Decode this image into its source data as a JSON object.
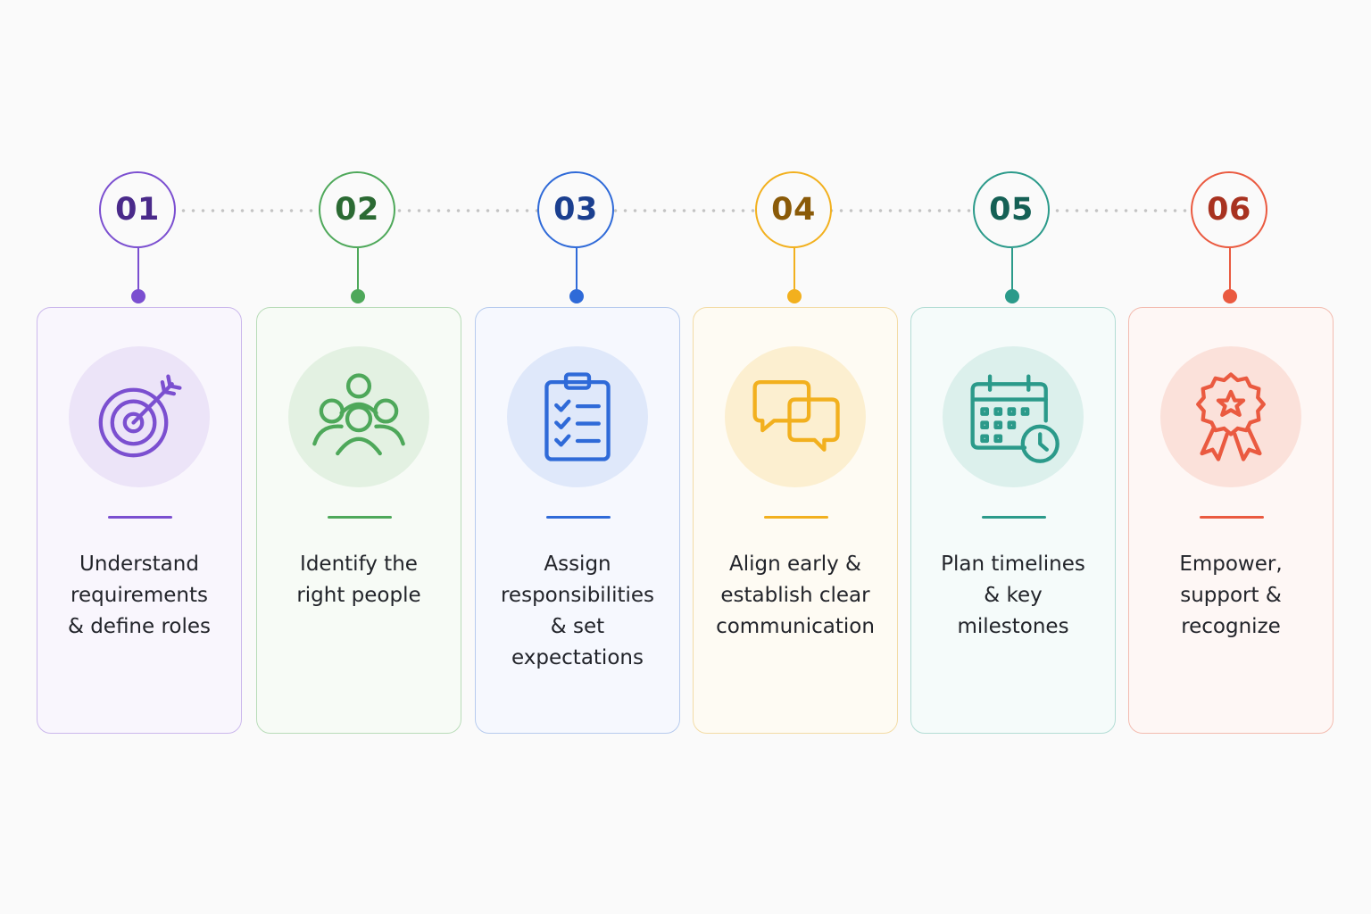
{
  "steps": [
    {
      "number": "01",
      "label": "Understand\nrequirements\n& define roles",
      "icon": "target-arrow-icon",
      "color": "#7b4fd0",
      "dark": "#4a2a8a"
    },
    {
      "number": "02",
      "label": "Identify the\nright people",
      "icon": "people-group-icon",
      "color": "#4ea85a",
      "dark": "#2b6a33"
    },
    {
      "number": "03",
      "label": "Assign\nresponsibilities\n& set\nexpectations",
      "icon": "clipboard-checklist-icon",
      "color": "#2f6ad8",
      "dark": "#1b3f8f"
    },
    {
      "number": "04",
      "label": "Align early &\nestablish clear\ncommunication",
      "icon": "chat-bubbles-icon",
      "color": "#f2b01e",
      "dark": "#8a5a08"
    },
    {
      "number": "05",
      "label": "Plan timelines\n& key\nmilestones",
      "icon": "calendar-clock-icon",
      "color": "#2b9a8a",
      "dark": "#156055"
    },
    {
      "number": "06",
      "label": "Empower,\nsupport &\nrecognize",
      "icon": "award-badge-icon",
      "color": "#ea5a40",
      "dark": "#a83220"
    }
  ]
}
